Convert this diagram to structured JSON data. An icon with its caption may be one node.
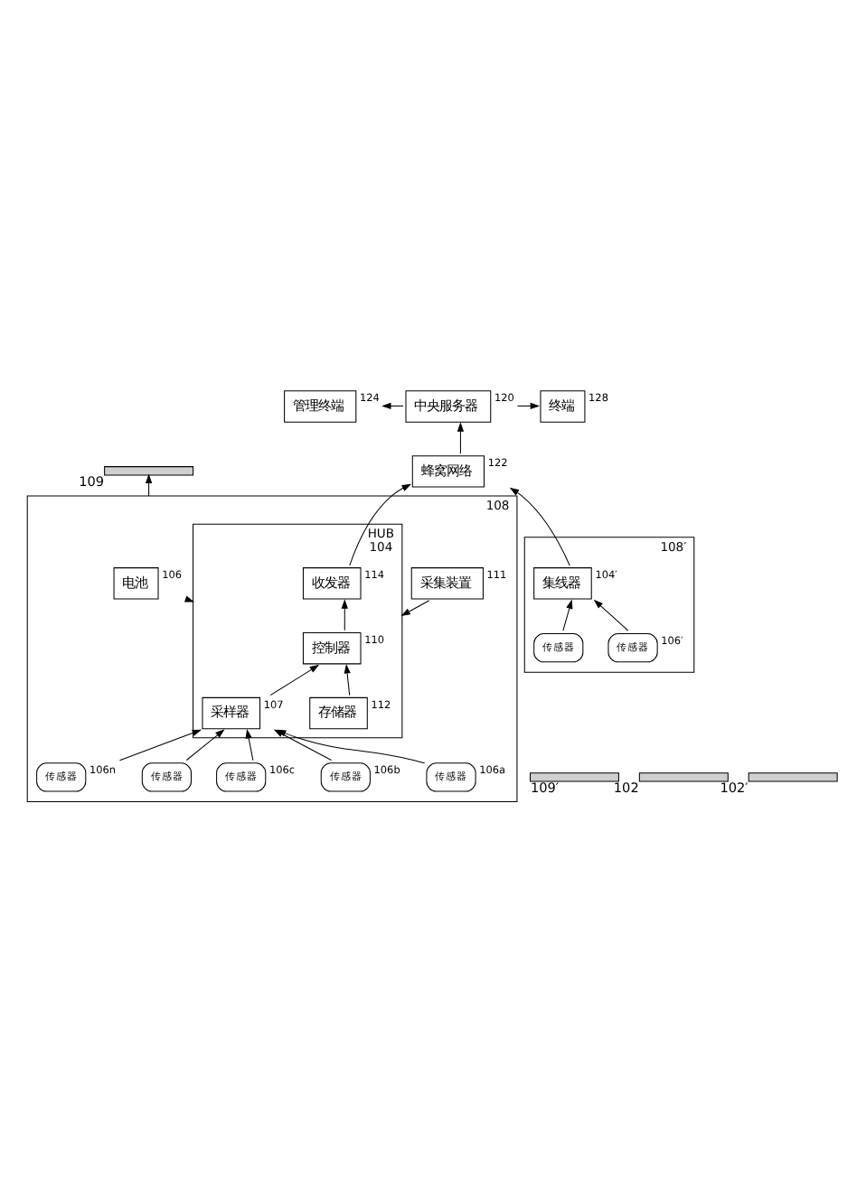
{
  "diagram": {
    "nodes": [
      {
        "text": [
          "管理终端"
        ],
        "beside": [
          "124"
        ]
      },
      {
        "text": [
          "中央服务器"
        ],
        "beside": [
          "120"
        ]
      },
      {
        "text": [
          "终端"
        ],
        "beside": [
          "128"
        ]
      },
      {
        "text": [
          "蜂窝网络"
        ],
        "beside": [
          "122"
        ]
      },
      {
        "text": [],
        "shape": "bar",
        "beside": [
          "109"
        ]
      },
      {
        "text": [],
        "shape": "bar",
        "beside": [
          "109′"
        ]
      },
      {
        "text": [],
        "shape": "box",
        "beside": [
          "108"
        ]
      },
      {
        "text": [
          "电池"
        ],
        "in": 6,
        "beside": [
          "106"
        ]
      },
      {
        "text": [
          "采集装置"
        ],
        "in": 6,
        "beside": [
          "111"
        ]
      },
      {
        "text": [
          "HUB"
        ],
        "in": 6,
        "beside": [
          "104"
        ]
      },
      {
        "text": [
          "控制器"
        ],
        "in": 9,
        "beside": [
          "110"
        ]
      },
      {
        "text": [
          "收发器"
        ],
        "in": 9,
        "beside": [
          "114"
        ]
      },
      {
        "text": [
          "存储器"
        ],
        "in": 9,
        "beside": [
          "112"
        ]
      },
      {
        "text": [
          "采样器"
        ],
        "in": 9,
        "beside": [
          "107"
        ]
      },
      {
        "text": [
          "传感器"
        ],
        "in": 6,
        "beside": [
          "106a"
        ]
      },
      {
        "text": [
          "传感器"
        ],
        "in": 6,
        "beside": [
          "106b"
        ]
      },
      {
        "text": [
          "传感器"
        ],
        "in": 6,
        "beside": [
          "106c"
        ]
      },
      {
        "text": [
          "传感器"
        ],
        "in": 6
      },
      {
        "text": [
          "传感器"
        ],
        "in": 6,
        "beside": [
          "106n"
        ]
      },
      {
        "text": [],
        "shape": "box",
        "beside": [
          "108′"
        ]
      },
      {
        "text": [
          "集线器"
        ],
        "in": 19,
        "beside": [
          "104′"
        ]
      },
      {
        "text": [
          "传感器"
        ],
        "in": 19,
        "beside": [
          "106′"
        ]
      },
      {
        "text": [
          "传感器"
        ],
        "in": 19
      },
      {
        "text": [],
        "shape": "bar",
        "beside": [
          "102"
        ]
      },
      {
        "text": [],
        "shape": "bar",
        "beside": [
          "102′"
        ]
      }
    ],
    "edges": [
      {
        "from": 1,
        "to": 0,
        "arrow": "to"
      },
      {
        "from": 1,
        "to": 2,
        "arrow": "to"
      },
      {
        "from": 3,
        "to": 1,
        "arrow": "to"
      },
      {
        "from": 11,
        "to": 3,
        "arrow": "to"
      },
      {
        "from": 20,
        "to": 3,
        "arrow": "to"
      },
      {
        "from": 6,
        "to": 4,
        "arrow": "to"
      },
      {
        "from": 7,
        "to": 9,
        "arrow": "to"
      },
      {
        "from": 8,
        "to": 9,
        "arrow": "to"
      },
      {
        "from": 10,
        "to": 11,
        "arrow": "to"
      },
      {
        "from": 12,
        "to": 10,
        "arrow": "to"
      },
      {
        "from": 13,
        "to": 10,
        "arrow": "to"
      },
      {
        "from": 14,
        "to": 13,
        "arrow": "to"
      },
      {
        "from": 15,
        "to": 13,
        "arrow": "to"
      },
      {
        "from": 16,
        "to": 13,
        "arrow": "to"
      },
      {
        "from": 17,
        "to": 13,
        "arrow": "to"
      },
      {
        "from": 18,
        "to": 13,
        "arrow": "to"
      },
      {
        "from": 21,
        "to": 20,
        "arrow": "to"
      },
      {
        "from": 22,
        "to": 20,
        "arrow": "to"
      }
    ]
  }
}
